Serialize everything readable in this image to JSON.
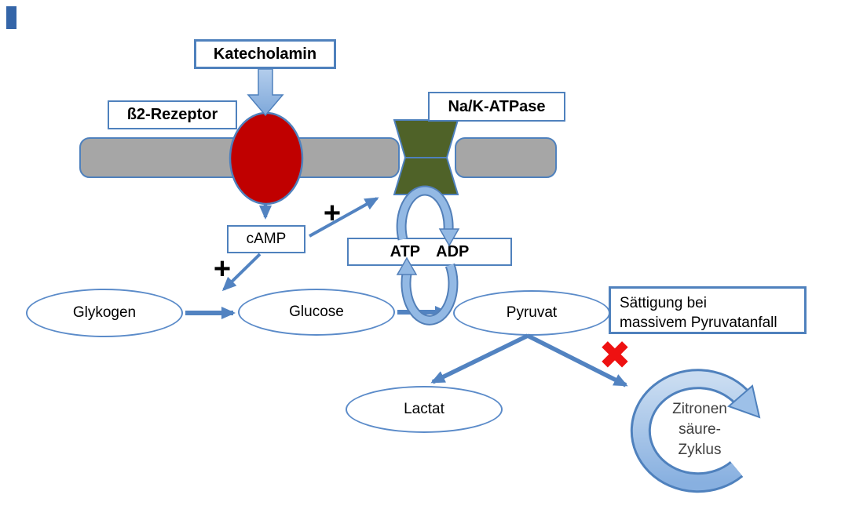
{
  "diagram": {
    "boxes": {
      "katecholamin": "Katecholamin",
      "b2_rezeptor": "ß2-Rezeptor",
      "na_k_atpase": "Na/K-ATPase",
      "camp": "cAMP",
      "atp": "ATP",
      "adp": "ADP",
      "saturation_line1": "Sättigung bei",
      "saturation_line2": "massivem Pyruvatanfall"
    },
    "nodes": {
      "glykogen": "Glykogen",
      "glucose": "Glucose",
      "pyruvat": "Pyruvat",
      "lactat": "Lactat"
    },
    "cycle": {
      "line1": "Zitronen",
      "line2": "säure-",
      "line3": "Zyklus"
    },
    "symbols": {
      "plus": "+",
      "blocked_cross": "✖"
    },
    "colors": {
      "accent_blue": "#4f81bd",
      "arrow_blue": "#5283c1",
      "light_blue_fill": "#a7c6ea",
      "membrane_gray": "#a6a6a6",
      "receptor_red": "#c00000",
      "atpase_green": "#4f6228",
      "blocked_red": "#ee1111"
    }
  }
}
